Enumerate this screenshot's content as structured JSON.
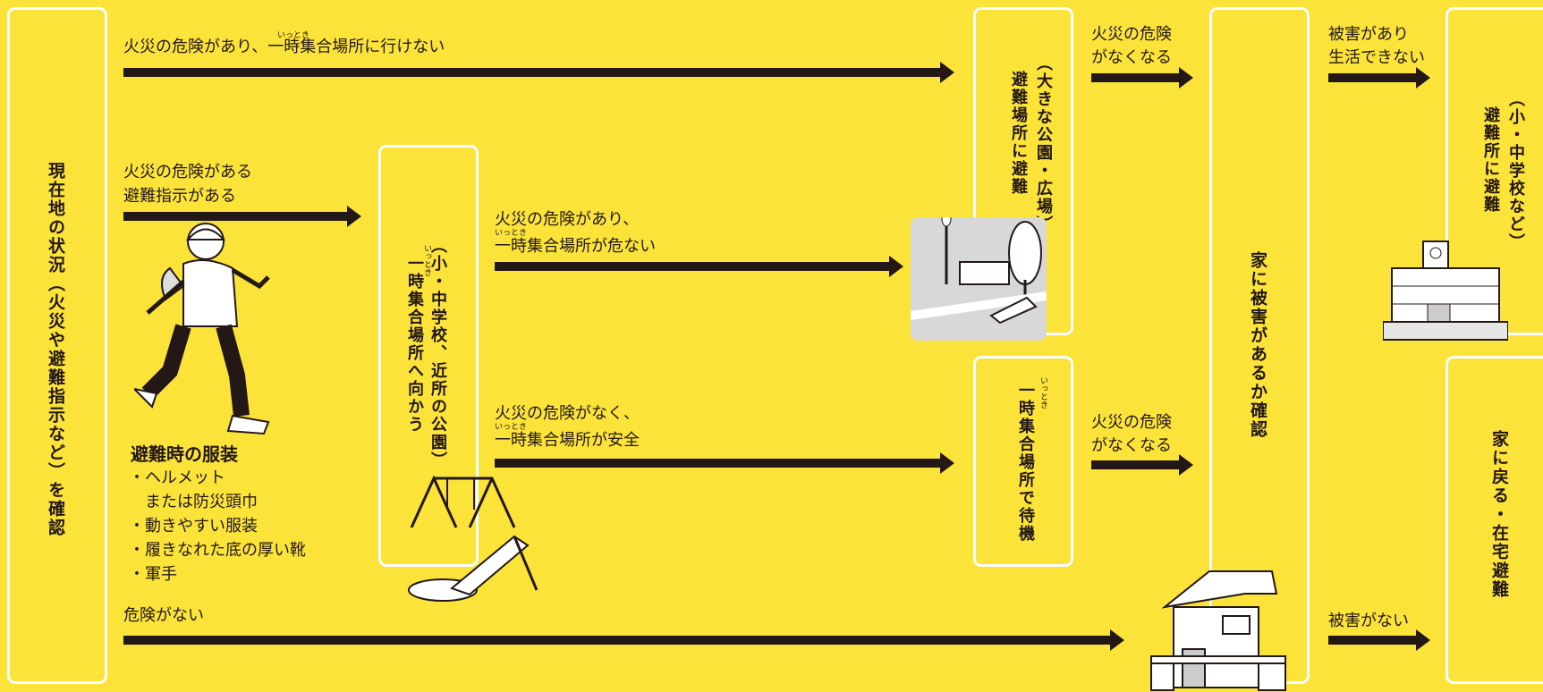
{
  "start_box": {
    "label": "現在地の状況（火災や避難指示など）を確認"
  },
  "flows": {
    "top": {
      "label": "火災の危険があり、一時集合場所に行けない",
      "ruby": "いっとき"
    },
    "middle": {
      "line1": "火災の危険がある",
      "line2": "避難指示がある"
    },
    "bottom": {
      "label": "危険がない"
    }
  },
  "temp_box": {
    "label1": "（小・中学校、近所の公園）",
    "label2": "一時集合場所へ向かう",
    "ruby": "いっとき"
  },
  "from_temp": {
    "danger": {
      "line1": "火災の危険があり、",
      "line2": "一時集合場所が危ない",
      "ruby": "いっとき"
    },
    "safe": {
      "line1": "火災の危険がなく、",
      "line2": "一時集合場所が安全",
      "ruby": "いっとき"
    }
  },
  "park_box": {
    "label1": "（大きな公園・広場）",
    "label2": "避難場所に避難"
  },
  "wait_box": {
    "label": "一時集合場所で待機",
    "ruby": "いっとき"
  },
  "no_fire_labels": {
    "upper_line1": "火災の危険",
    "upper_line2": "がなくなる",
    "lower_line1": "火災の危険",
    "lower_line2": "がなくなる"
  },
  "home_check_box": {
    "label": "家に被害があるか確認"
  },
  "damage": {
    "yes_line1": "被害があり",
    "yes_line2": "生活できない",
    "no": "被害がない"
  },
  "shelter_box": {
    "label1": "（小・中学校など）",
    "label2": "避難所に避難"
  },
  "return_box": {
    "label": "家に戻る・在宅避難"
  },
  "clothing": {
    "title": "避難時の服装",
    "items": [
      "・ヘルメット",
      "　または防災頭巾",
      "・動きやすい服装",
      "・履きなれた底の厚い靴",
      "・軍手"
    ]
  },
  "colors": {
    "background": "#FCE33A",
    "ink": "#231815",
    "box_border": "#FFFFFF"
  }
}
